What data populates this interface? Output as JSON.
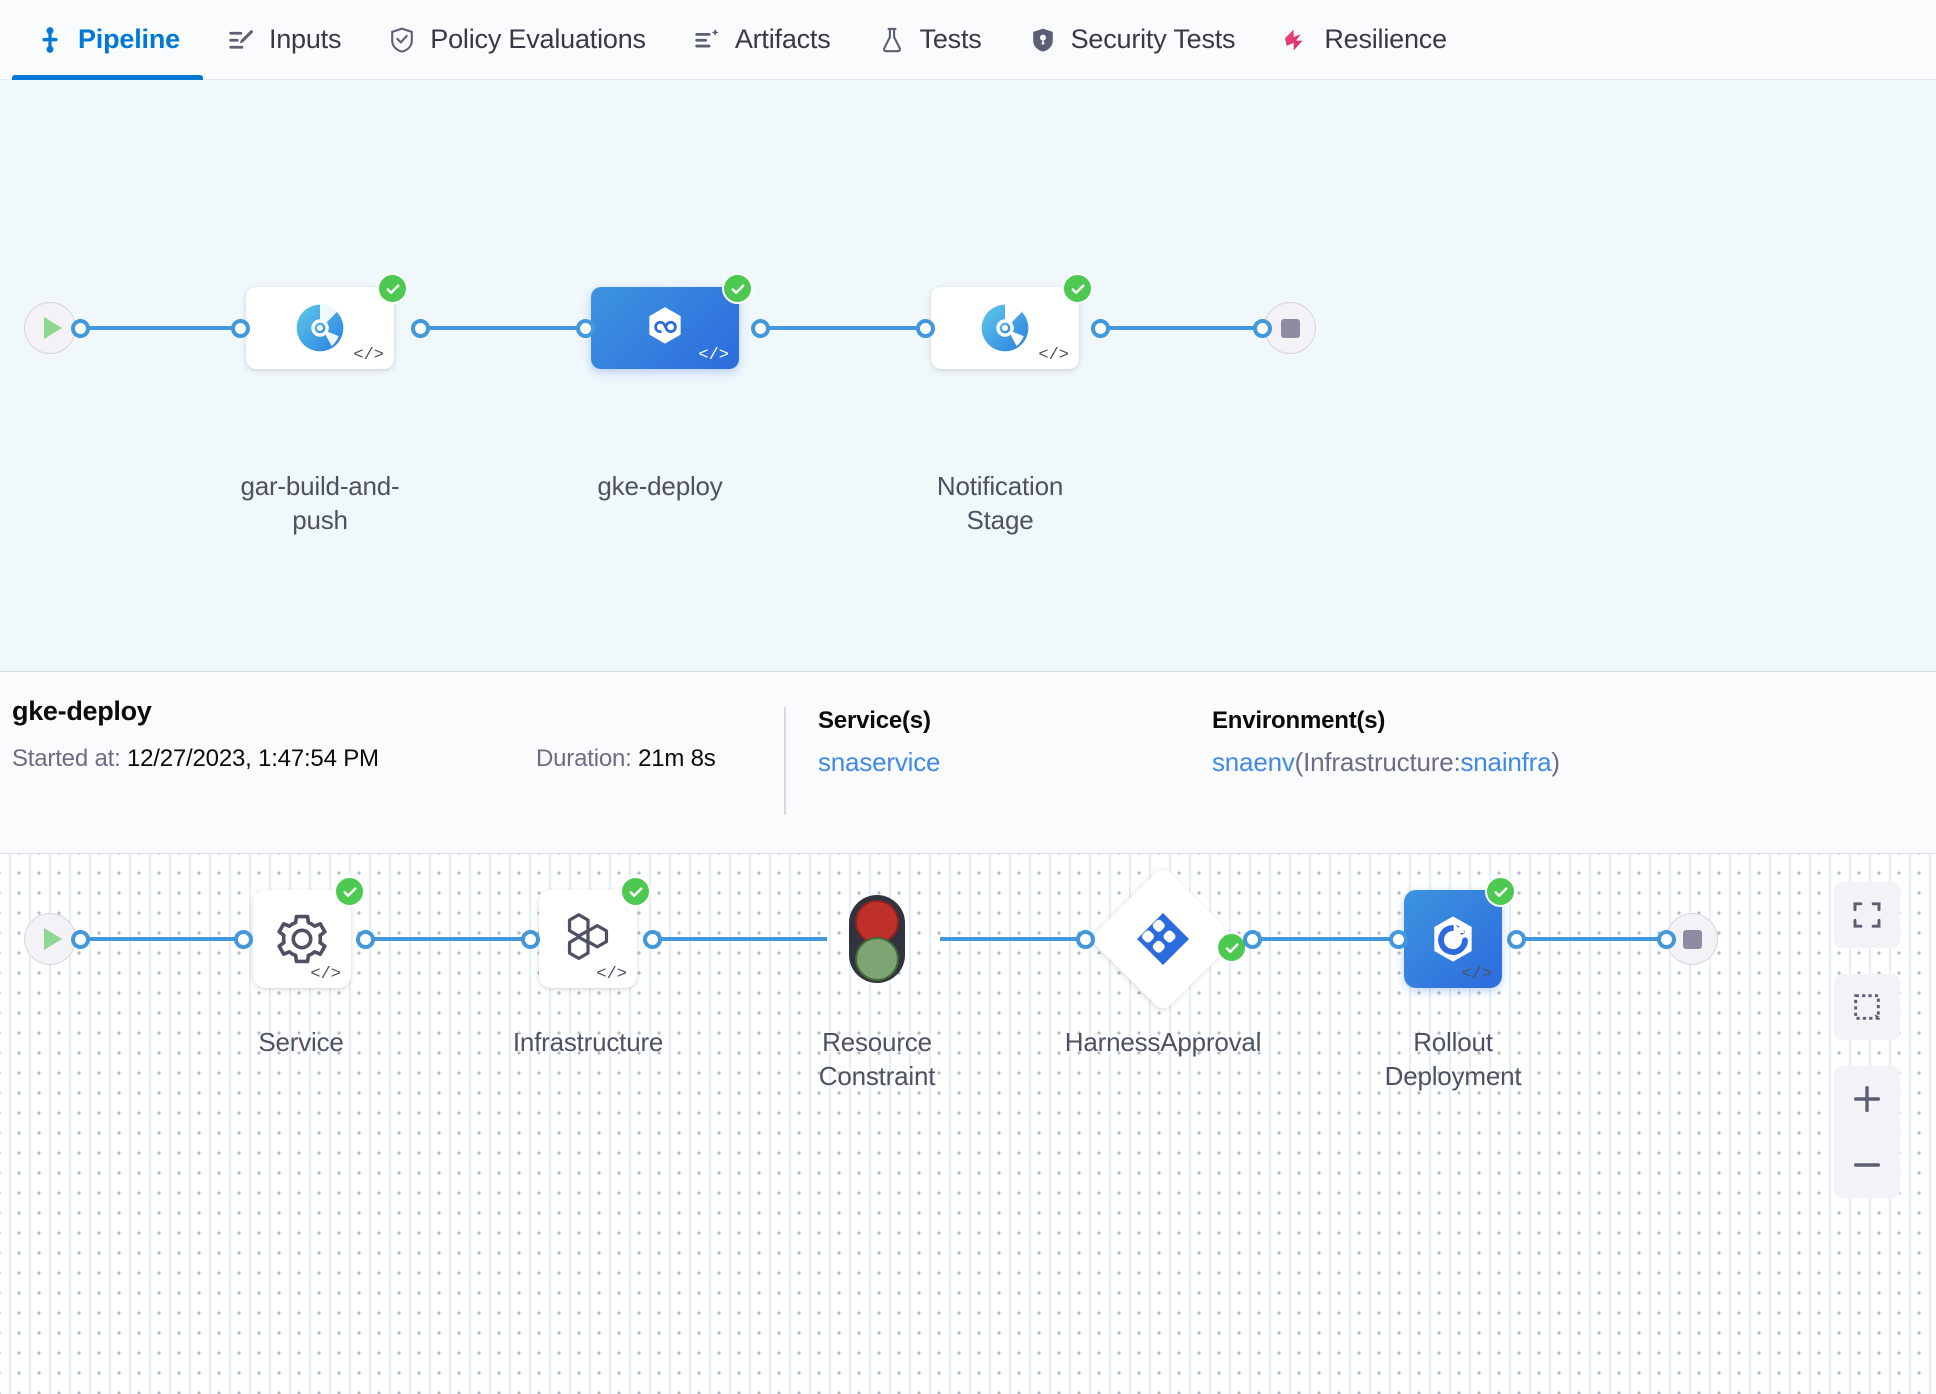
{
  "tabs": [
    {
      "label": "Pipeline",
      "icon": "pipeline-icon",
      "active": true
    },
    {
      "label": "Inputs",
      "icon": "inputs-icon",
      "active": false
    },
    {
      "label": "Policy Evaluations",
      "icon": "policy-shield-icon",
      "active": false
    },
    {
      "label": "Artifacts",
      "icon": "artifacts-icon",
      "active": false
    },
    {
      "label": "Tests",
      "icon": "flask-icon",
      "active": false
    },
    {
      "label": "Security Tests",
      "icon": "security-shield-icon",
      "active": false
    },
    {
      "label": "Resilience",
      "icon": "resilience-icon",
      "active": false
    }
  ],
  "colors": {
    "accent": "#0278d5",
    "edge": "#4398dc",
    "success": "#4dc952",
    "selected_node": "#2c6bdd",
    "canvas_top": "#f0f8fb",
    "link": "#4089e8"
  },
  "pipeline_graph": {
    "start_icon": "play-icon",
    "end_icon": "stop-icon",
    "stages": [
      {
        "label": "gar-build-and-push",
        "icon": "ci-build-icon",
        "status": "success",
        "selected": false,
        "code_badge": "</>"
      },
      {
        "label": "gke-deploy",
        "icon": "cd-deploy-icon",
        "status": "success",
        "selected": true,
        "code_badge": "</>"
      },
      {
        "label": "Notification Stage",
        "icon": "ci-build-icon",
        "status": "success",
        "selected": false,
        "code_badge": "</>"
      }
    ]
  },
  "stage_info": {
    "title": "gke-deploy",
    "started_label": "Started at:",
    "started_value": "12/27/2023, 1:47:54 PM",
    "duration_label": "Duration:",
    "duration_value": "21m 8s",
    "service_heading": "Service(s)",
    "service_value": "snaservice",
    "environment_heading": "Environment(s)",
    "environment_name": "snaenv",
    "environment_infra_prefix": "(Infrastructure:",
    "environment_infra_name": "snainfra",
    "environment_infra_suffix": ")"
  },
  "execution_graph": {
    "start_icon": "play-icon",
    "end_icon": "stop-icon",
    "steps": [
      {
        "label": "Service",
        "icon": "gear-icon",
        "status": "success",
        "shape": "card",
        "selected": false,
        "code_badge": "</>"
      },
      {
        "label": "Infrastructure",
        "icon": "hexagons-icon",
        "status": "success",
        "shape": "card",
        "selected": false,
        "code_badge": "</>"
      },
      {
        "label": "Resource Constraint",
        "icon": "traffic-light-icon",
        "status": "none",
        "shape": "bare",
        "selected": false,
        "code_badge": ""
      },
      {
        "label": "HarnessApproval",
        "icon": "approval-diamond-icon",
        "status": "success",
        "shape": "diamond",
        "selected": false,
        "code_badge": ""
      },
      {
        "label": "Rollout Deployment",
        "icon": "rollout-icon",
        "status": "success",
        "shape": "card",
        "selected": true,
        "code_badge": "</>"
      }
    ]
  },
  "zoom_controls": [
    {
      "name": "fit-to-screen-button",
      "icon": "expand-icon"
    },
    {
      "name": "selection-box-button",
      "icon": "dashed-select-icon"
    },
    {
      "name": "zoom-in-button",
      "icon": "plus-icon"
    },
    {
      "name": "zoom-out-button",
      "icon": "minus-icon"
    }
  ]
}
